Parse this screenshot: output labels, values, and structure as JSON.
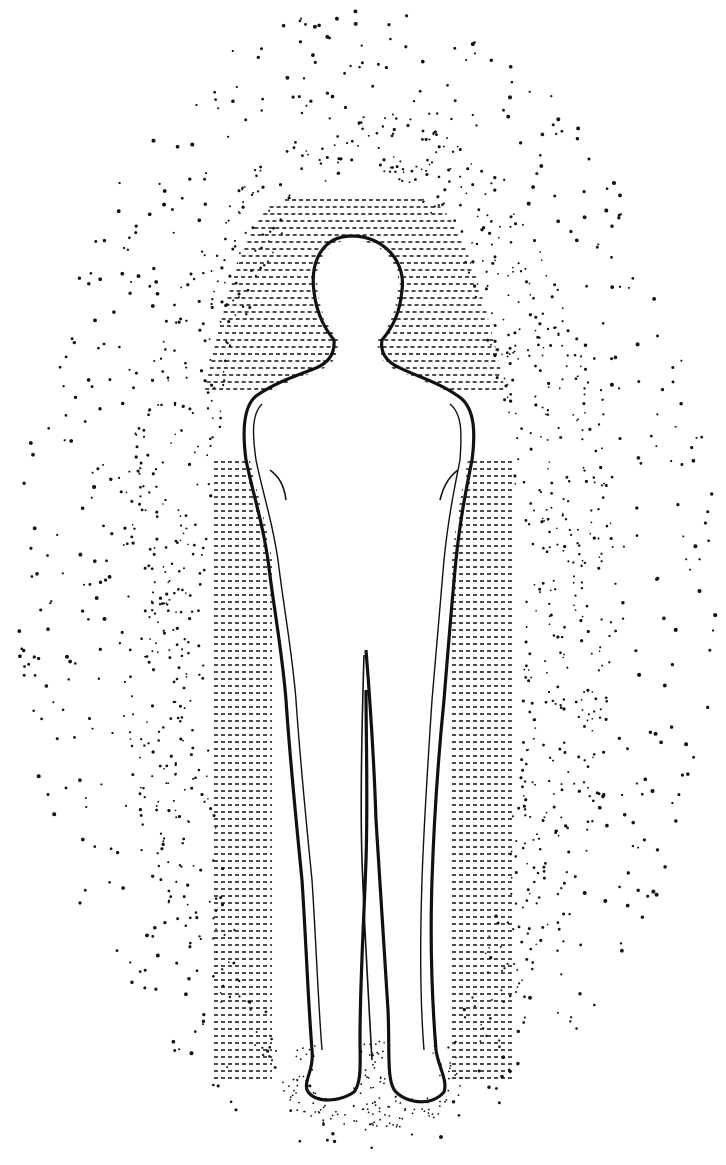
{
  "figure": {
    "subject": "human-figure",
    "layers": [
      {
        "name": "outer-aura",
        "style": "sparse-dots"
      },
      {
        "name": "middle-aura",
        "style": "fine-dots"
      },
      {
        "name": "inner-aura",
        "style": "dashed-hatching"
      },
      {
        "name": "etheric-outline",
        "style": "double-line"
      }
    ],
    "colors": {
      "background": "#ffffff",
      "ink": "#111111"
    }
  }
}
